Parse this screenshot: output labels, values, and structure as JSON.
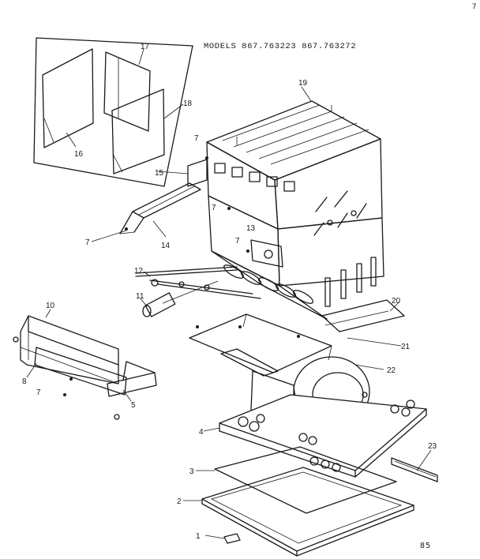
{
  "header": {
    "models_text": "MODELS 867.763223 867.763272"
  },
  "corner_mark": "7",
  "footer_code": "85",
  "callouts": [
    {
      "id": "c1",
      "label": "1"
    },
    {
      "id": "c2",
      "label": "2"
    },
    {
      "id": "c3",
      "label": "3"
    },
    {
      "id": "c4",
      "label": "4"
    },
    {
      "id": "c5",
      "label": "5"
    },
    {
      "id": "c7a",
      "label": "7"
    },
    {
      "id": "c7b",
      "label": "7"
    },
    {
      "id": "c7c",
      "label": "7"
    },
    {
      "id": "c7d",
      "label": "7"
    },
    {
      "id": "c7e",
      "label": "7"
    },
    {
      "id": "c8",
      "label": "8"
    },
    {
      "id": "c10",
      "label": "10"
    },
    {
      "id": "c11",
      "label": "11"
    },
    {
      "id": "c12",
      "label": "12"
    },
    {
      "id": "c13",
      "label": "13"
    },
    {
      "id": "c14",
      "label": "14"
    },
    {
      "id": "c15",
      "label": "15"
    },
    {
      "id": "c16",
      "label": "16"
    },
    {
      "id": "c17",
      "label": "17"
    },
    {
      "id": "c18",
      "label": "18"
    },
    {
      "id": "c19",
      "label": "19"
    },
    {
      "id": "c20",
      "label": "20"
    },
    {
      "id": "c21",
      "label": "21"
    },
    {
      "id": "c22",
      "label": "22"
    },
    {
      "id": "c23",
      "label": "23"
    }
  ]
}
